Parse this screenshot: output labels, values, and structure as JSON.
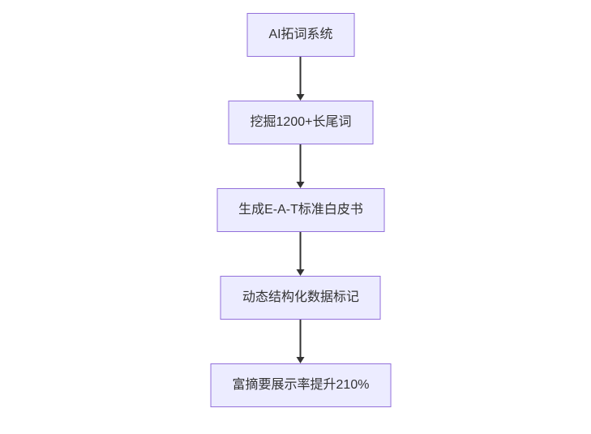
{
  "diagram": {
    "type": "flowchart",
    "direction": "top-down",
    "colors": {
      "node_fill": "#ECECFF",
      "node_border": "#9370DB",
      "node_text": "#333333",
      "arrow": "#333333",
      "background": "#FFFFFF"
    },
    "nodes": [
      {
        "label": "AI拓词系统"
      },
      {
        "label": "挖掘1200+长尾词"
      },
      {
        "label": "生成E-A-T标准白皮书"
      },
      {
        "label": "动态结构化数据标记"
      },
      {
        "label": "富摘要展示率提升210%"
      }
    ],
    "edges": [
      {
        "from": 0,
        "to": 1
      },
      {
        "from": 1,
        "to": 2
      },
      {
        "from": 2,
        "to": 3
      },
      {
        "from": 3,
        "to": 4
      }
    ]
  }
}
